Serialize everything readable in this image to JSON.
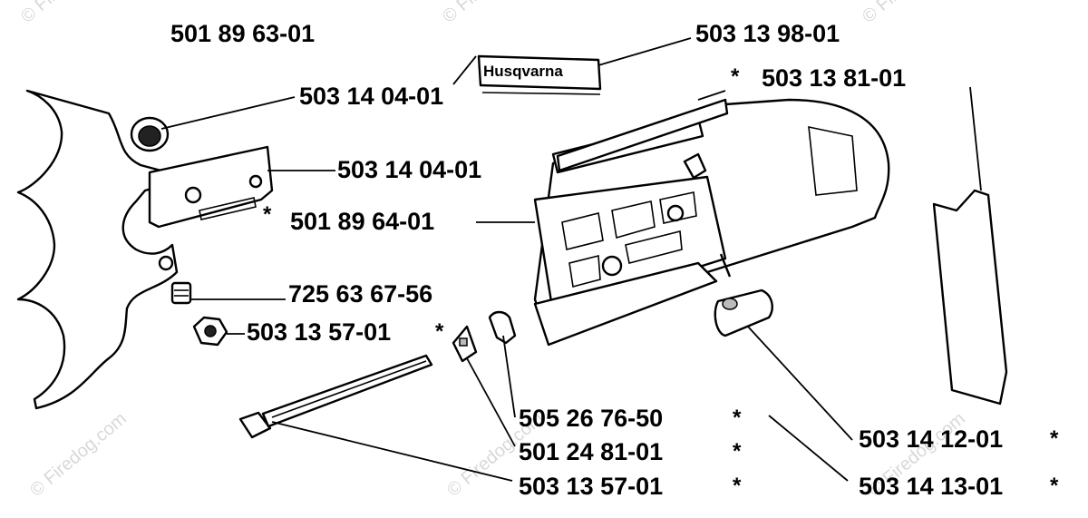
{
  "diagram": {
    "brand_plate_text": "Husqvarna",
    "watermark": "© Firedog.com",
    "asterisk": "*",
    "labels": {
      "p1": "501 89 63-01",
      "p2": "503 13 98-01",
      "p3": "503 13 81-01",
      "p4": "503 14 04-01",
      "p5": "503 14 04-01",
      "p6": "501 89 64-01",
      "p7": "725 63 67-56",
      "p8": "503 13 57-01",
      "p9": "505 26 76-50",
      "p10": "501 24 81-01",
      "p11": "503 13 57-01",
      "p12": "503 14 12-01",
      "p13": "503 14 13-01"
    }
  }
}
